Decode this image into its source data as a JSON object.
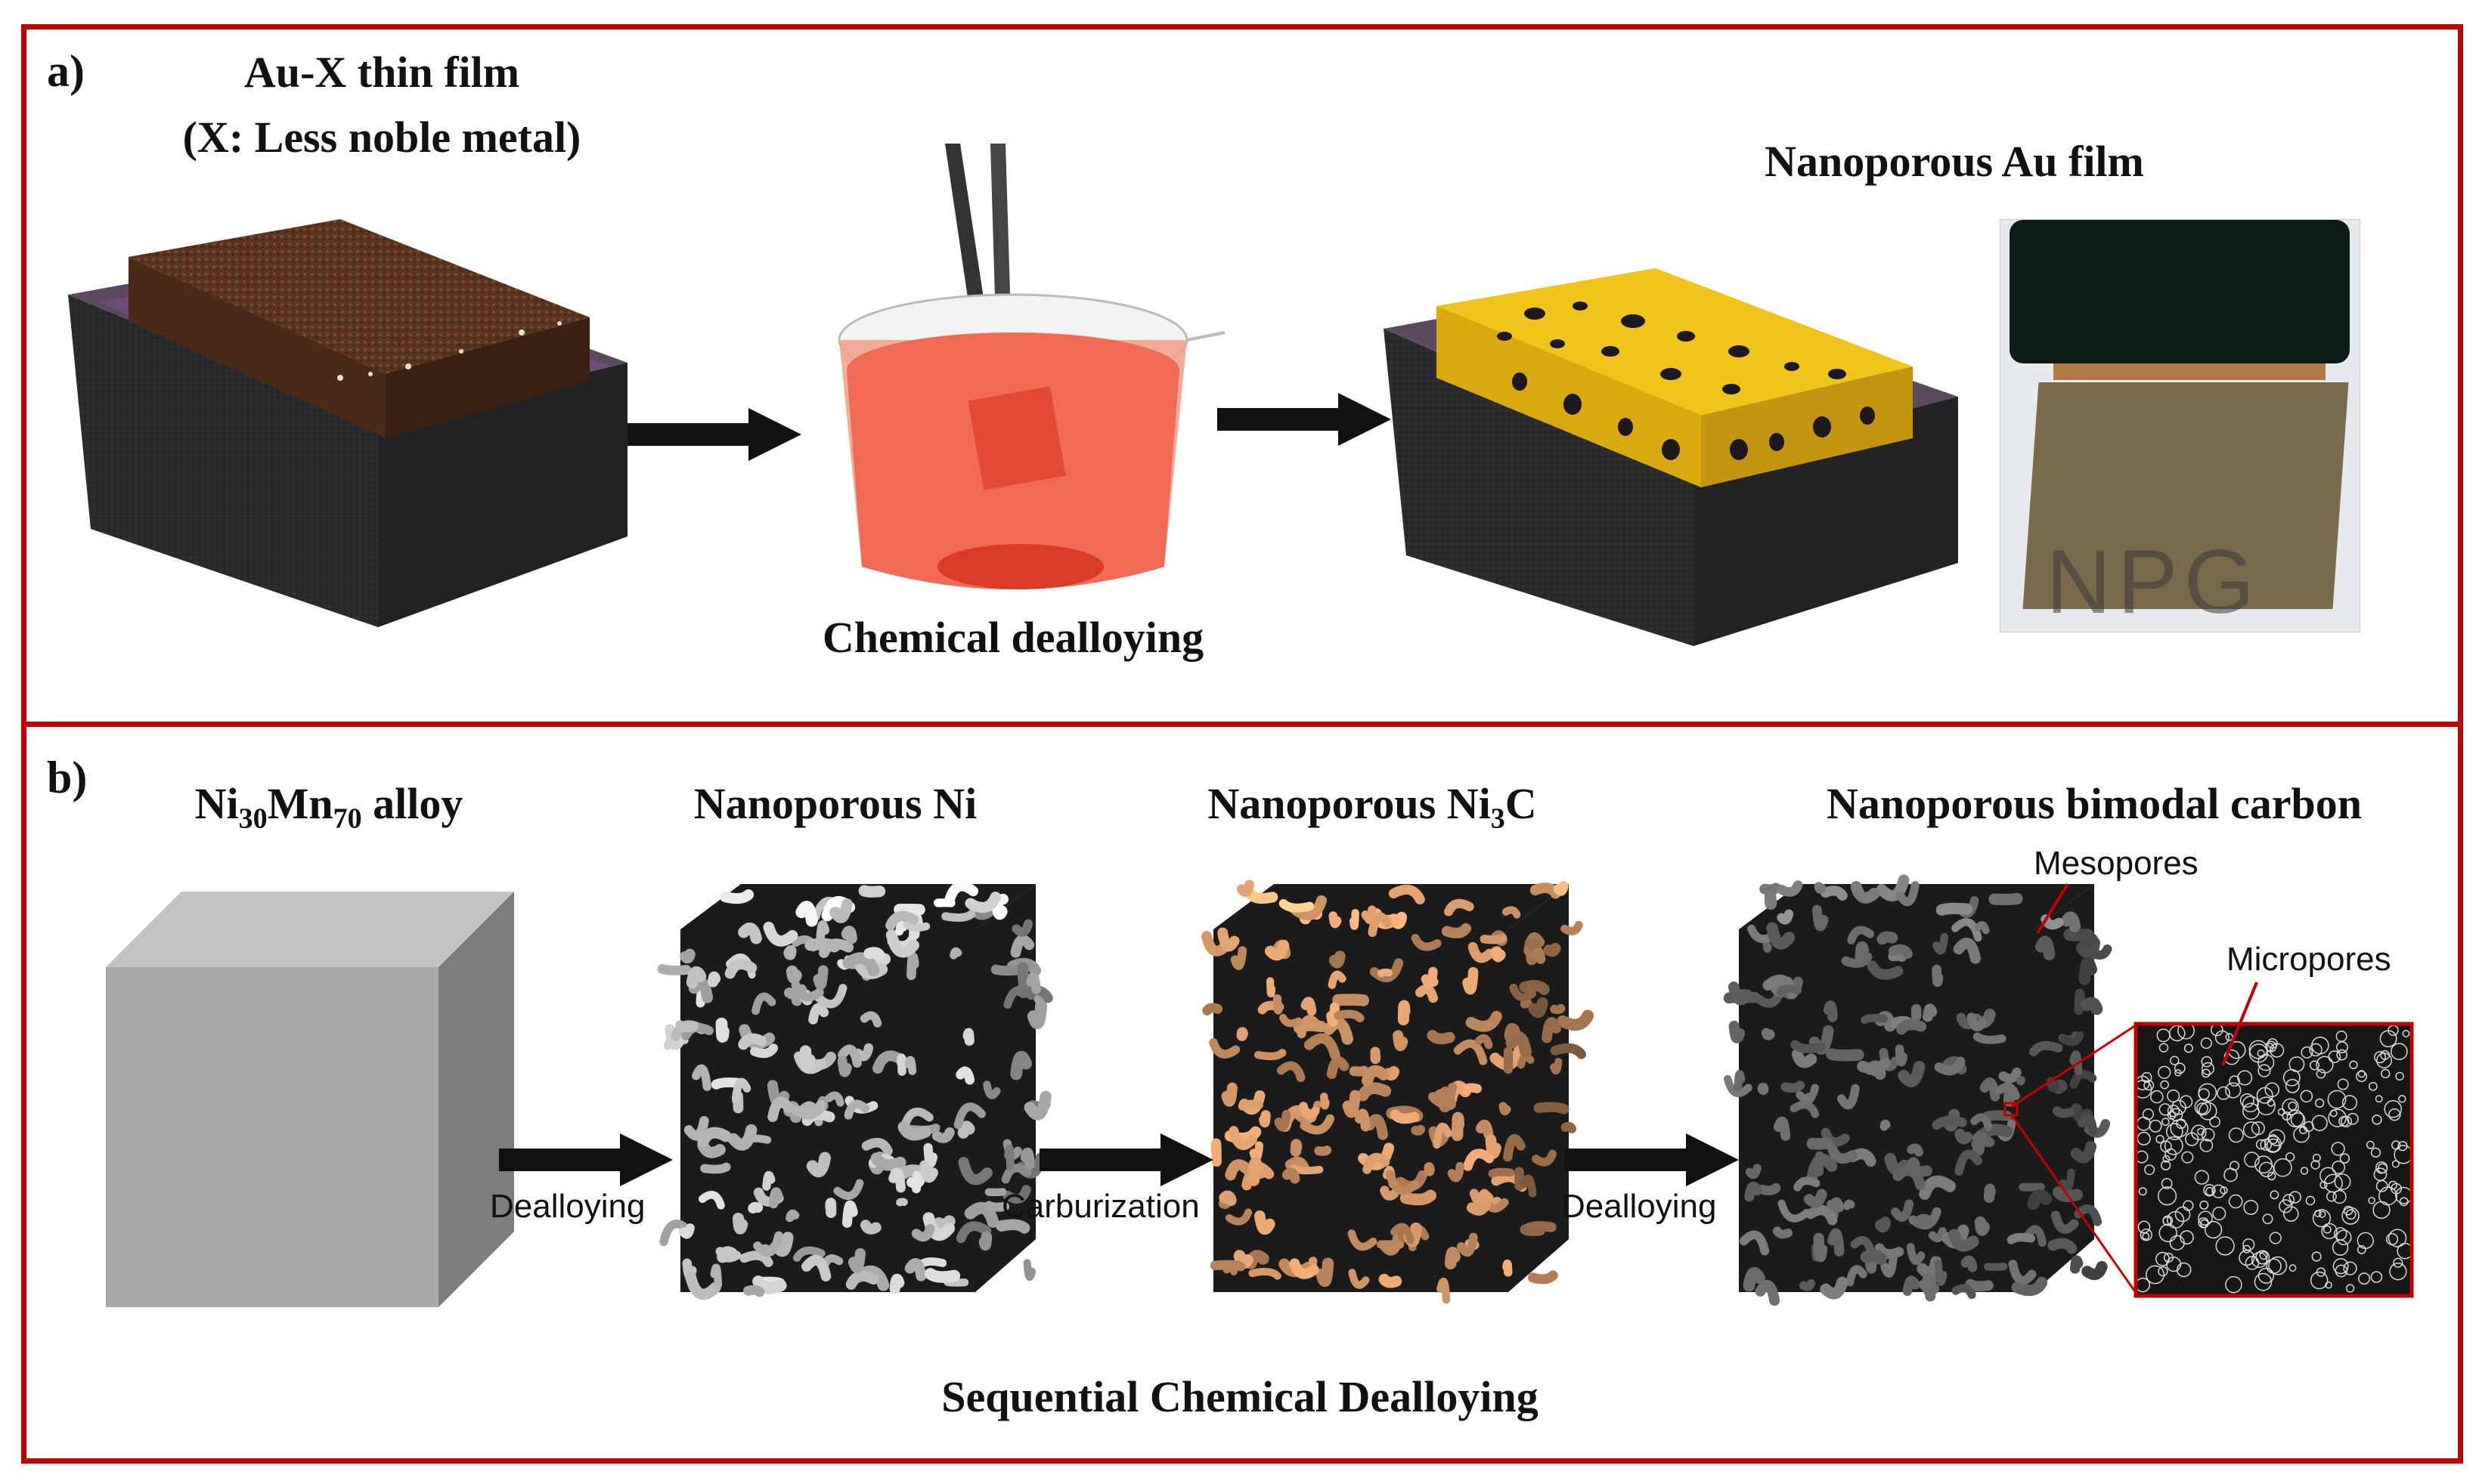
{
  "panel_a": {
    "label": "a)",
    "start_title_line1": "Au-X thin film",
    "start_title_line2": "(X: Less noble metal)",
    "process_label": "Chemical dealloying",
    "result_title": "Nanoporous Au film",
    "photo_watermark": "NPG"
  },
  "panel_b": {
    "label": "b)",
    "stage1_title": {
      "pre": "Ni",
      "sub1": "30",
      "mid": "Mn",
      "sub2": "70",
      "post": " alloy"
    },
    "stage2_title": "Nanoporous Ni",
    "stage3_title": {
      "pre": "Nanoporous Ni",
      "sub": "3",
      "post": "C"
    },
    "stage4_title": "Nanoporous bimodal carbon",
    "step1": "Dealloying",
    "step2": "Carburization",
    "step3": "Dealloying",
    "annotation_mesopores": "Mesopores",
    "annotation_micropores": "Micropores",
    "caption": "Sequential Chemical Dealloying"
  },
  "colors": {
    "frame": "#c00000",
    "substrate": "#2b2b2d",
    "interlayer": "#6e4c78",
    "alloy_film": "#5a3320",
    "gold": "#f0c419",
    "solution": "#f06a55",
    "nickel": "#c8c8c8",
    "ni3c": "#d79a6a",
    "carbon": "#6f6f6f",
    "cube": "#a8a8a8"
  }
}
